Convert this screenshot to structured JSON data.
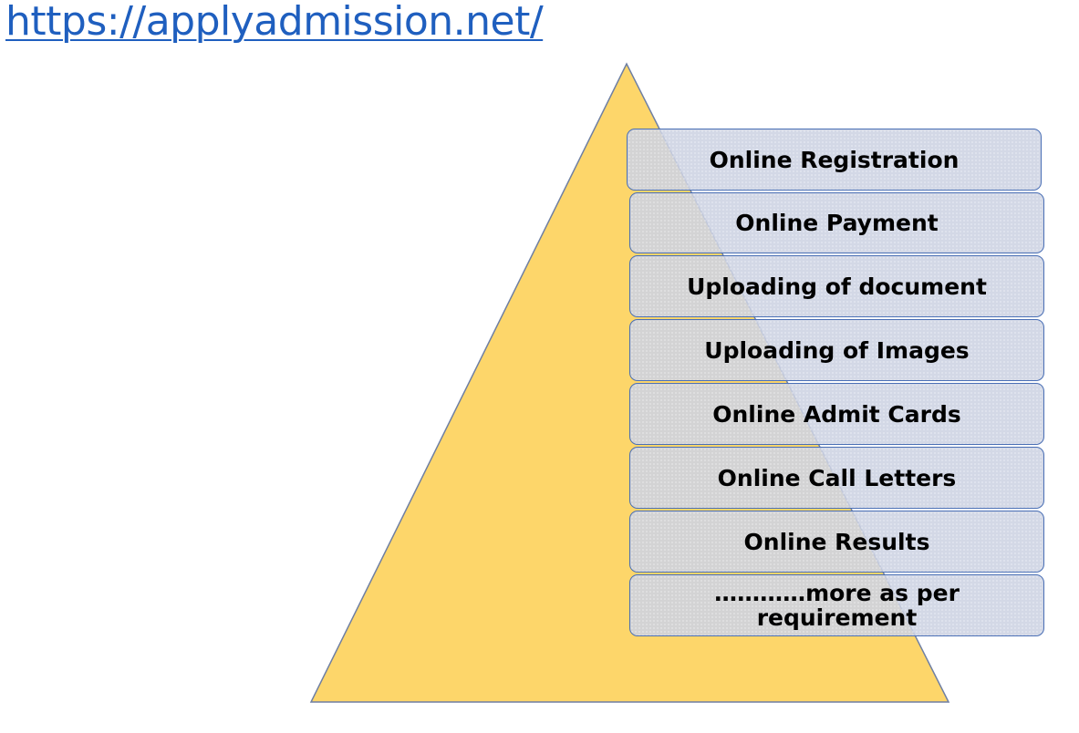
{
  "header": {
    "link_text": "https://applyadmission.net/"
  },
  "colors": {
    "pyramid_fill": "#FDD66A",
    "pyramid_stroke": "#6E7FA3",
    "box_fill": "#CDD3E2",
    "box_border": "#4A6FB5",
    "link": "#1F5FBF"
  },
  "list": {
    "items": [
      {
        "label": "Online Registration"
      },
      {
        "label": "Online Payment"
      },
      {
        "label": "Uploading of document"
      },
      {
        "label": "Uploading of Images"
      },
      {
        "label": "Online Admit Cards"
      },
      {
        "label": "Online Call Letters"
      },
      {
        "label": "Online Results"
      },
      {
        "label": "…………more as per requirement"
      }
    ]
  }
}
